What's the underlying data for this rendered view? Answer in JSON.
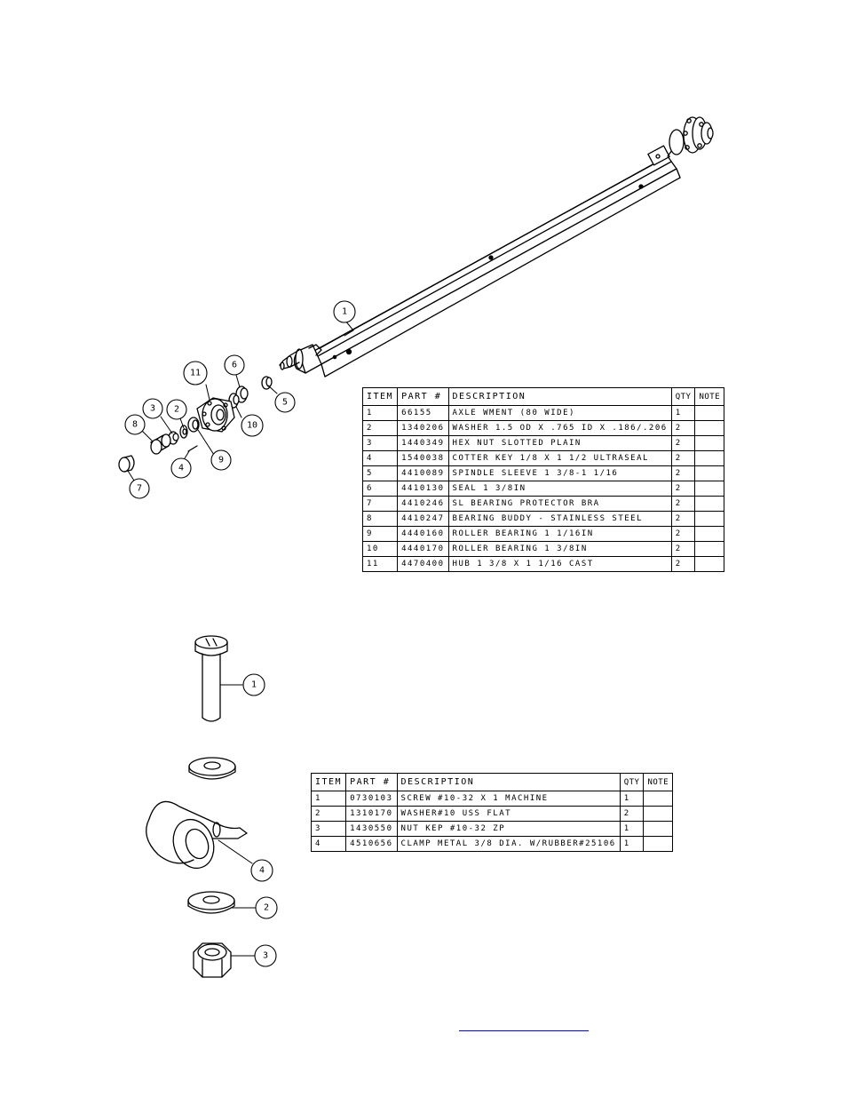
{
  "callouts": {
    "axle": [
      "1",
      "2",
      "3",
      "4",
      "5",
      "6",
      "7",
      "8",
      "9",
      "10",
      "11"
    ],
    "clamp": [
      "1",
      "2",
      "3",
      "4"
    ]
  },
  "bom1": {
    "headers": {
      "item": "ITEM",
      "part": "PART #",
      "description": "DESCRIPTION",
      "qty": "QTY",
      "note": "NOTE"
    },
    "rows": [
      {
        "item": "1",
        "part": "66155",
        "description": "AXLE WMENT (80 WIDE)",
        "qty": "1",
        "note": ""
      },
      {
        "item": "2",
        "part": "1340206",
        "description": "WASHER 1.5 OD X .765 ID X .186/.206",
        "qty": "2",
        "note": ""
      },
      {
        "item": "3",
        "part": "1440349",
        "description": "HEX NUT SLOTTED PLAIN",
        "qty": "2",
        "note": ""
      },
      {
        "item": "4",
        "part": "1540038",
        "description": "COTTER KEY 1/8 X 1 1/2 ULTRASEAL",
        "qty": "2",
        "note": ""
      },
      {
        "item": "5",
        "part": "4410089",
        "description": "SPINDLE SLEEVE  1 3/8-1 1/16",
        "qty": "2",
        "note": ""
      },
      {
        "item": "6",
        "part": "4410130",
        "description": "SEAL  1 3/8IN",
        "qty": "2",
        "note": ""
      },
      {
        "item": "7",
        "part": "4410246",
        "description": "SL BEARING PROTECTOR BRA",
        "qty": "2",
        "note": ""
      },
      {
        "item": "8",
        "part": "4410247",
        "description": "BEARING BUDDY - STAINLESS STEEL",
        "qty": "2",
        "note": ""
      },
      {
        "item": "9",
        "part": "4440160",
        "description": "ROLLER BEARING   1 1/16IN",
        "qty": "2",
        "note": ""
      },
      {
        "item": "10",
        "part": "4440170",
        "description": "ROLLER BEARING   1 3/8IN",
        "qty": "2",
        "note": ""
      },
      {
        "item": "11",
        "part": "4470400",
        "description": "HUB  1 3/8 X 1 1/16 CAST",
        "qty": "2",
        "note": ""
      }
    ]
  },
  "bom2": {
    "headers": {
      "item": "ITEM",
      "part": "PART #",
      "description": "DESCRIPTION",
      "qty": "QTY",
      "note": "NOTE"
    },
    "rows": [
      {
        "item": "1",
        "part": "0730103",
        "description": "SCREW #10-32 X 1 MACHINE",
        "qty": "1",
        "note": ""
      },
      {
        "item": "2",
        "part": "1310170",
        "description": "WASHER#10 USS FLAT",
        "qty": "2",
        "note": ""
      },
      {
        "item": "3",
        "part": "1430550",
        "description": "NUT KEP #10-32 ZP",
        "qty": "1",
        "note": ""
      },
      {
        "item": "4",
        "part": "4510656",
        "description": "CLAMP METAL 3/8 DIA. W/RUBBER#25106",
        "qty": "1",
        "note": ""
      }
    ]
  },
  "colors": {
    "link": "#0000ee",
    "ink": "#000000",
    "paper": "#ffffff"
  }
}
